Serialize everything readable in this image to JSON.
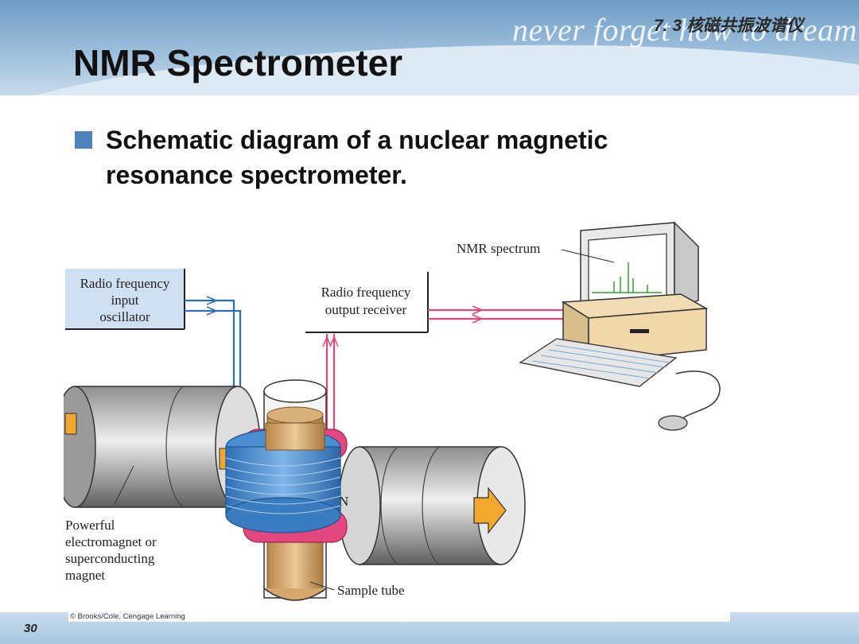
{
  "header": {
    "motto": "never forget  how to dream",
    "section": "7. 3  核磁共振波谱仪",
    "title": "NMR Spectrometer"
  },
  "bullet": {
    "line1": "Schematic diagram of a nuclear magnetic",
    "line2": "resonance spectrometer."
  },
  "diagram": {
    "rf_input_label": [
      "Radio frequency",
      "input",
      "oscillator"
    ],
    "rf_output_label": [
      "Radio frequency",
      "output receiver"
    ],
    "spectrum_label": "NMR spectrum",
    "magnet_label": [
      "Powerful",
      "electromagnet or",
      "superconducting",
      "magnet"
    ],
    "sample_label": "Sample tube",
    "pole_label": "N",
    "colors": {
      "input_box": "#cfe0f3",
      "coil": "#4a8fd1",
      "rf_coil": "#e4467e",
      "tube": "#d6a870",
      "arrow": "#f2a72f"
    }
  },
  "footer": {
    "page": "30",
    "credit": "© Brooks/Cole, Cengage Learning"
  }
}
